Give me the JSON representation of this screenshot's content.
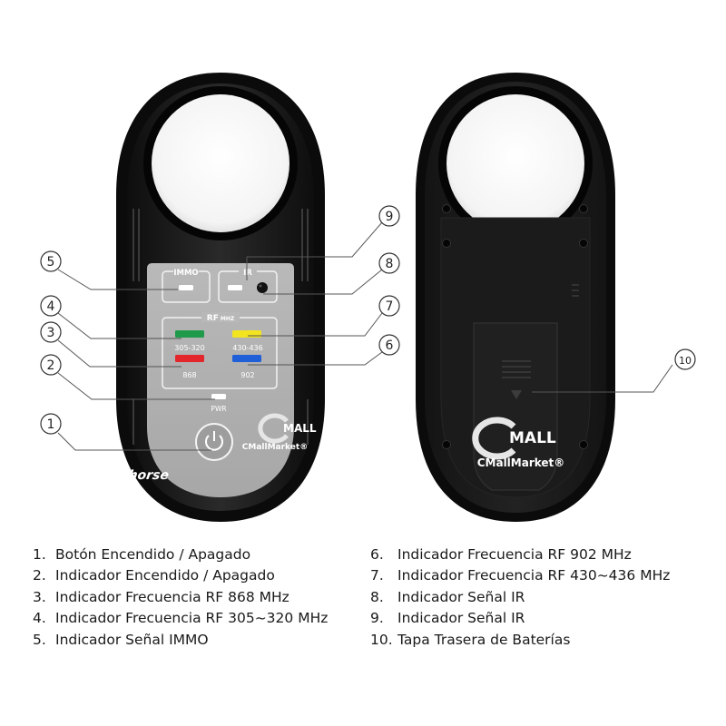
{
  "device": {
    "brand": "Xhorse",
    "sections": {
      "immo": "IMMO",
      "ir": "IR",
      "rf": "RF",
      "rf_unit": "MHZ",
      "pwr": "PWR"
    },
    "rf_bands": [
      {
        "label": "305-320",
        "color": "#1f9a4a"
      },
      {
        "label": "430-436",
        "color": "#f2e41f"
      },
      {
        "label": "868",
        "color": "#e3262b"
      },
      {
        "label": "902",
        "color": "#1f5fd8"
      }
    ],
    "watermark": {
      "brand": "MALL",
      "text": "CMallMarket®"
    }
  },
  "callouts": [
    "1",
    "2",
    "3",
    "4",
    "5",
    "6",
    "7",
    "8",
    "9",
    "10"
  ],
  "legend": {
    "left": [
      {
        "num": "1.",
        "text": "Botón Encendido / Apagado"
      },
      {
        "num": "2.",
        "text": "Indicador Encendido / Apagado"
      },
      {
        "num": "3.",
        "text": "Indicador Frecuencia RF 868 MHz"
      },
      {
        "num": "4.",
        "text": "Indicador Frecuencia RF 305~320 MHz"
      },
      {
        "num": "5.",
        "text": "Indicador Señal IMMO"
      }
    ],
    "right": [
      {
        "num": "6.",
        "text": "Indicador Frecuencia RF 902 MHz"
      },
      {
        "num": "7.",
        "text": "Indicador Frecuencia RF 430~436 MHz"
      },
      {
        "num": "8.",
        "text": "Indicador Señal IR"
      },
      {
        "num": "9.",
        "text": "Indicador Señal IR"
      },
      {
        "num": "10.",
        "text": "Tapa Trasera de Baterías"
      }
    ]
  }
}
